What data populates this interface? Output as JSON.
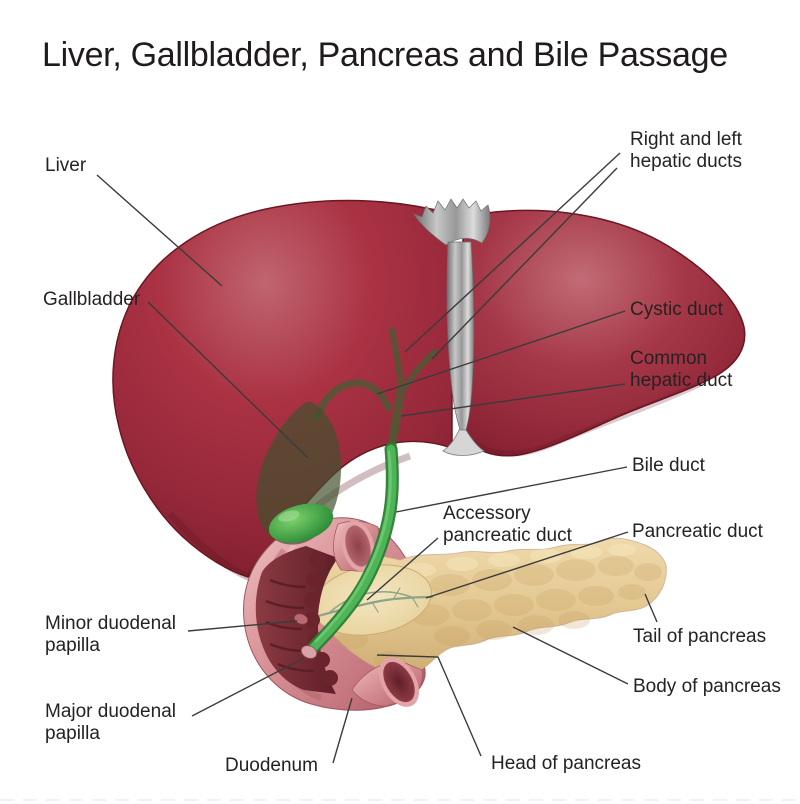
{
  "title": "Liver, Gallbladder, Pancreas and Bile Passage",
  "labels": {
    "liver": "Liver",
    "gallbladder": "Gallbladder",
    "right_left_hepatic_ducts": "Right and left hepatic ducts",
    "cystic_duct": "Cystic duct",
    "common_hepatic_duct": "Common hepatic duct",
    "bile_duct": "Bile duct",
    "accessory_pancreatic_duct": "Accessory pancreatic duct",
    "pancreatic_duct": "Pancreatic duct",
    "tail_of_pancreas": "Tail of pancreas",
    "body_of_pancreas": "Body of pancreas",
    "minor_duodenal_papilla": "Minor duodenal papilla",
    "major_duodenal_papilla": "Major duodenal papilla",
    "duodenum": "Duodenum",
    "head_of_pancreas": "Head of pancreas"
  },
  "colors": {
    "background": "#ffffff",
    "liver_red": "#9b2c3c",
    "liver_highlight": "#c06a75",
    "bile_green": "#4db457",
    "gallbladder_dark_green": "#42512e",
    "pancreas_tan": "#e3c892",
    "duodenum_pink": "#d4878c",
    "lumen_maroon": "#6f2630",
    "ligament_gray": "#9a9a9a",
    "label_text": "#262223",
    "leader_line": "#3b3b3b"
  }
}
